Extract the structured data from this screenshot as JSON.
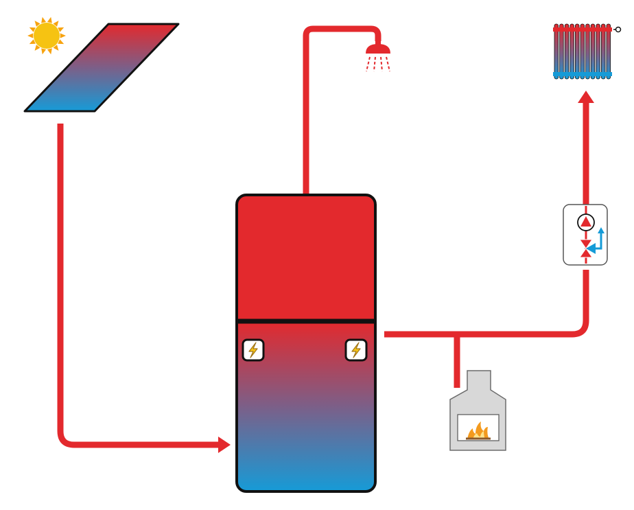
{
  "diagram": {
    "colors": {
      "hot": "#e3292d",
      "cold": "#169bd7",
      "outline": "#111111",
      "sun": "#f6c312",
      "sun_ray": "#f7a30f",
      "stove_body": "#d8d8d8",
      "stove_outline": "#6c6c6c",
      "fire": "#f39a1e",
      "spark_fill": "#f5c518"
    },
    "icons": {
      "sun": "sun-icon",
      "solar_panel": "solar-collector-icon",
      "shower": "shower-icon",
      "radiator": "radiator-icon",
      "storage_tank": "storage-tank-icon",
      "heating_element": "lightning-icon",
      "pump_group": "pump-mixing-valve-icon",
      "stove": "wood-stove-icon"
    },
    "components": [
      "sun",
      "solar_panel",
      "shower",
      "radiator",
      "storage_tank",
      "heating_element_left",
      "heating_element_right",
      "pump_group",
      "stove"
    ]
  }
}
